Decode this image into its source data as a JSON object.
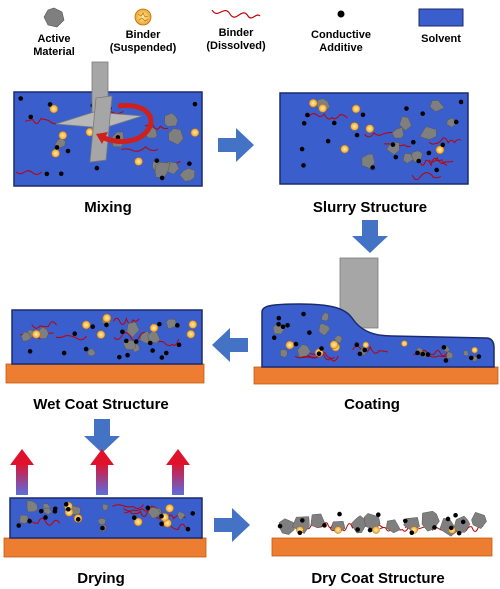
{
  "legend": {
    "active_material_line1": "Active",
    "active_material_line2": "Material",
    "binder_suspended_line1": "Binder",
    "binder_suspended_line2": "(Suspended)",
    "binder_dissolved_line1": "Binder",
    "binder_dissolved_line2": "(Dissolved)",
    "conductive_additive_line1": "Conductive",
    "conductive_additive_line2": "Additive",
    "solvent": "Solvent"
  },
  "stages": {
    "mixing": "Mixing",
    "slurry": "Slurry Structure",
    "coating": "Coating",
    "wet_coat": "Wet Coat Structure",
    "drying": "Drying",
    "dry_coat": "Dry Coat Structure"
  },
  "colors": {
    "solvent_blue": "#3a5fcd",
    "box_border": "#1b2a6e",
    "active_gray": "#7f7f7f",
    "binder_orange": "#f0a22e",
    "binder_red": "#c00000",
    "substrate_orange": "#ed7d31",
    "arrow_blue": "#4472c4",
    "heat_red": "#e0112b",
    "heat_blue": "#5b6ee1",
    "mixer_gray": "#a6a6a6"
  }
}
